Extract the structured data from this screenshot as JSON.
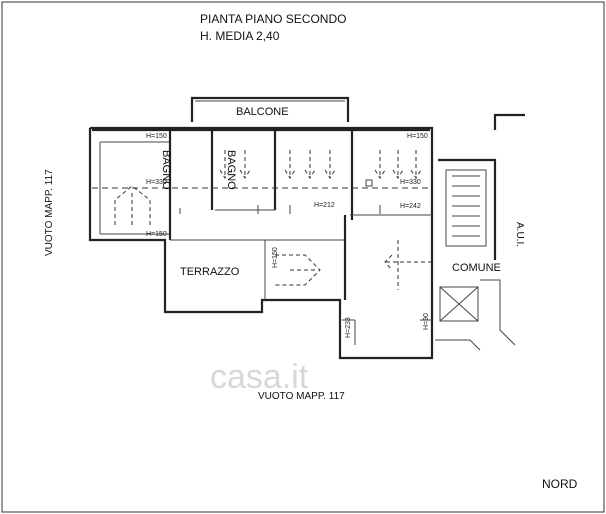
{
  "title": {
    "line1": "PIANTA PIANO SECONDO",
    "line2": "H. MEDIA 2,40"
  },
  "rooms": {
    "balcone": "BALCONE",
    "bagno_1": "BAGNO",
    "bagno_2": "BAGNO",
    "terrazzo": "TERRAZZO",
    "comune": "COMUNE"
  },
  "surroundings": {
    "left": "VUOTO MAPP. 117",
    "bottom": "VUOTO MAPP. 117",
    "right": "A.U.I."
  },
  "heights": {
    "h_150_top_left": "H=150",
    "h_330_left": "H=330",
    "h_150_bottom_left": "H=150",
    "h_150_right": "H=150",
    "h_330_right": "H=330",
    "h_212": "H=212",
    "h_242": "H=242",
    "h_150_terr": "H=150",
    "h_233": "H=233",
    "h_90": "H=90"
  },
  "orientation": "NORD",
  "watermark": "casa.it"
}
